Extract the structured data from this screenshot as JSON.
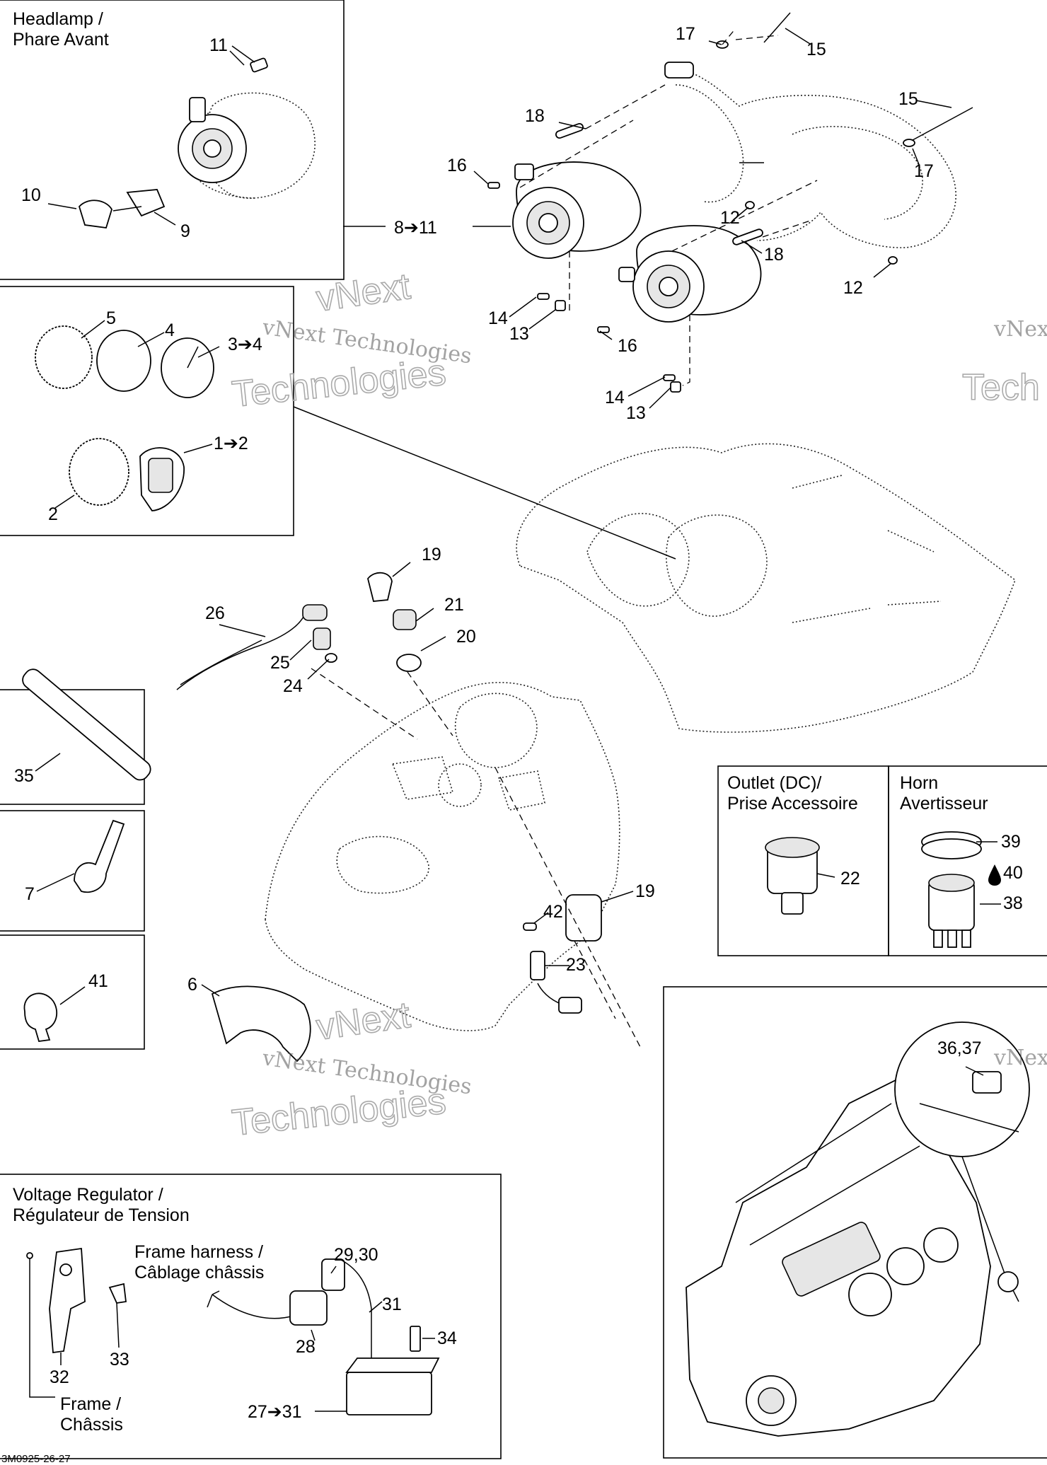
{
  "headers": {
    "headlamp_l1": "Headlamp /",
    "headlamp_l2": "Phare Avant",
    "outlet_l1": "Outlet (DC)/",
    "outlet_l2": "Prise Accessoire",
    "horn_l1": "Horn",
    "horn_l2": "Avertisseur",
    "regulator_l1": "Voltage Regulator /",
    "regulator_l2": "Régulateur de Tension",
    "harness_l1": "Frame harness /",
    "harness_l2": "Câblage châssis",
    "frame_l1": "Frame /",
    "frame_l2": "Châssis"
  },
  "callouts": {
    "c11": "11",
    "c10": "10",
    "c9": "9",
    "c8_11": "8➔11",
    "c17a": "17",
    "c15a": "15",
    "c15b": "15",
    "c17b": "17",
    "c18a": "18",
    "c16a": "16",
    "c12a": "12",
    "c18b": "18",
    "c12b": "12",
    "c14a": "14",
    "c13a": "13",
    "c16b": "16",
    "c14b": "14",
    "c13b": "13",
    "c5": "5",
    "c4": "4",
    "c3_4": "3➔4",
    "c1_2": "1➔2",
    "c2": "2",
    "c19a": "19",
    "c21": "21",
    "c20": "20",
    "c26": "26",
    "c25": "25",
    "c24": "24",
    "c35": "35",
    "c7": "7",
    "c41": "41",
    "c6": "6",
    "c42": "42",
    "c19b": "19",
    "c23": "23",
    "c22": "22",
    "c39": "39",
    "c40": "40",
    "c38": "38",
    "c36_37": "36,37",
    "c29_30": "29,30",
    "c31": "31",
    "c28": "28",
    "c34": "34",
    "c33": "33",
    "c32": "32",
    "c27_31": "27➔31"
  },
  "watermark": {
    "line1": "vNext Technologies",
    "line2": "Technologies",
    "line3": "vNext",
    "edge1": "vNext",
    "edge2": "Tech"
  },
  "footer_code": "3M0925-26-27"
}
